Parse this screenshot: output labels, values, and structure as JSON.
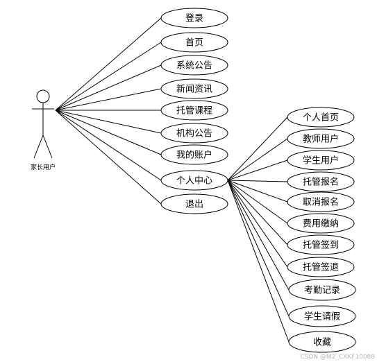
{
  "actor": {
    "label": "家长用户"
  },
  "use_cases": {
    "login": "登录",
    "home": "首页",
    "system_notice": "系统公告",
    "news": "新闻资讯",
    "course": "托管课程",
    "org_notice": "机构公告",
    "account": "我的账户",
    "personal_center": "个人中心",
    "logout": "退出"
  },
  "sub_use_cases": {
    "personal_home": "个人首页",
    "teacher_user": "教师用户",
    "student_user": "学生用户",
    "enroll": "托管报名",
    "cancel_enroll": "取消报名",
    "payment": "费用缴纳",
    "sign_in": "托管签到",
    "sign_out": "托管签退",
    "attendance": "考勤记录",
    "leave": "学生请假",
    "favorites": "收藏"
  },
  "watermark": "CSDN @M2_CXKF10088"
}
